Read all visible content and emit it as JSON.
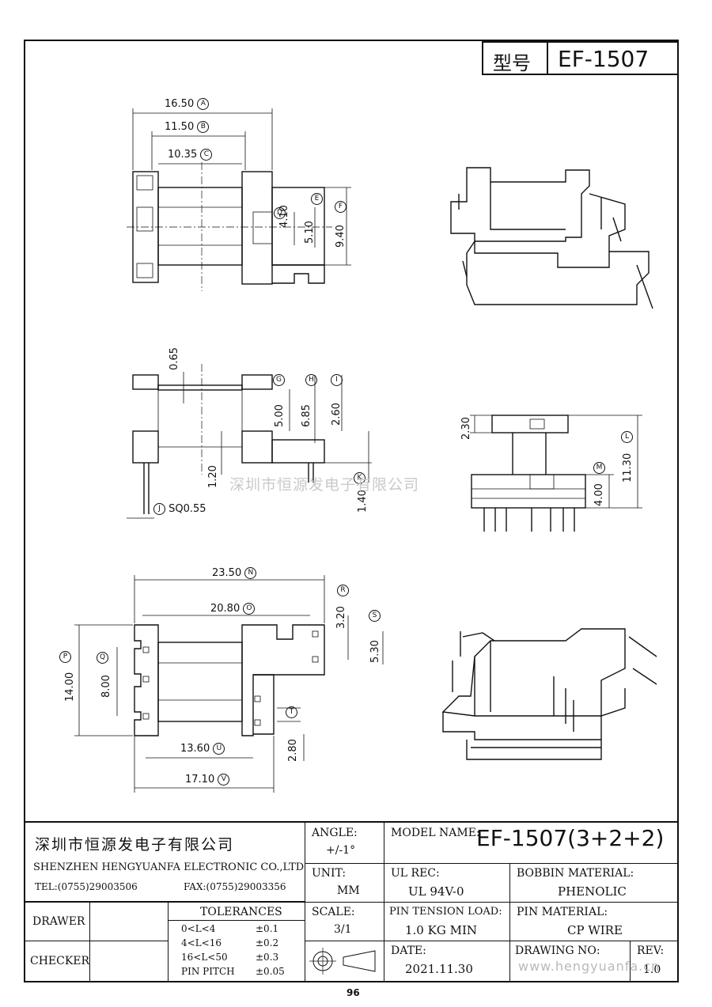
{
  "header": {
    "type_label": "型号",
    "type_value": "EF-1507"
  },
  "dimensions": {
    "A": "16.50",
    "B": "11.50",
    "C": "10.35",
    "D": "4.10",
    "E": "5.10",
    "F": "9.40",
    "vertical_065": "0.65",
    "G": "5.00",
    "H": "6.85",
    "I": "2.60",
    "J": "SQ0.55",
    "K": "1.40",
    "v120": "1.20",
    "v230": "2.30",
    "L": "11.30",
    "M": "4.00",
    "N": "23.50",
    "O": "20.80",
    "R": "3.20",
    "S": "5.30",
    "P": "14.00",
    "Q": "8.00",
    "T": "2.80",
    "U": "13.60",
    "V": "17.10"
  },
  "callouts": {
    "A": "A",
    "B": "B",
    "C": "C",
    "D": "D",
    "E": "E",
    "F": "F",
    "G": "G",
    "H": "H",
    "I": "I",
    "J": "J",
    "K": "K",
    "L": "L",
    "M": "M",
    "N": "N",
    "O": "O",
    "P": "P",
    "Q": "Q",
    "R": "R",
    "S": "S",
    "T": "T",
    "U": "U",
    "V": "V"
  },
  "watermark_text": "深圳市恒源发电子有限公司",
  "title_block": {
    "company_cn": "深圳市恒源发电子有限公司",
    "company_en": "SHENZHEN HENGYUANFA ELECTRONIC CO.,LTD",
    "tel": "TEL:(0755)29003506",
    "fax": "FAX:(0755)29003356",
    "drawer_label": "DRAWER",
    "checker_label": "CHECKER",
    "tolerances_label": "TOLERANCES",
    "tolerances": [
      {
        "range": "0<L<4",
        "value": "±0.1"
      },
      {
        "range": "4<L<16",
        "value": "±0.2"
      },
      {
        "range": "16<L<50",
        "value": "±0.3"
      },
      {
        "range": "PIN PITCH",
        "value": "±0.05"
      }
    ],
    "angle_label": "ANGLE:",
    "angle_value": "+/-1°",
    "unit_label": "UNIT:",
    "unit_value": "MM",
    "scale_label": "SCALE:",
    "scale_value": "3/1",
    "model_label": "MODEL NAME:",
    "model_value": "EF-1507(3+2+2)",
    "ul_label": "UL REC:",
    "ul_value": "UL 94V-0",
    "bobbin_label": "BOBBIN MATERIAL:",
    "bobbin_value": "PHENOLIC",
    "pin_tension_label": "PIN TENSION LOAD:",
    "pin_tension_value": "1.0 KG MIN",
    "pin_material_label": "PIN MATERIAL:",
    "pin_material_value": "CP WIRE",
    "date_label": "DATE:",
    "date_value": "2021.11.30",
    "drawing_no_label": "DRAWING NO:",
    "rev_label": "REV:",
    "rev_value": "1.0"
  },
  "web_watermark": "www.hengyuanfa.cn",
  "page_number": "96"
}
